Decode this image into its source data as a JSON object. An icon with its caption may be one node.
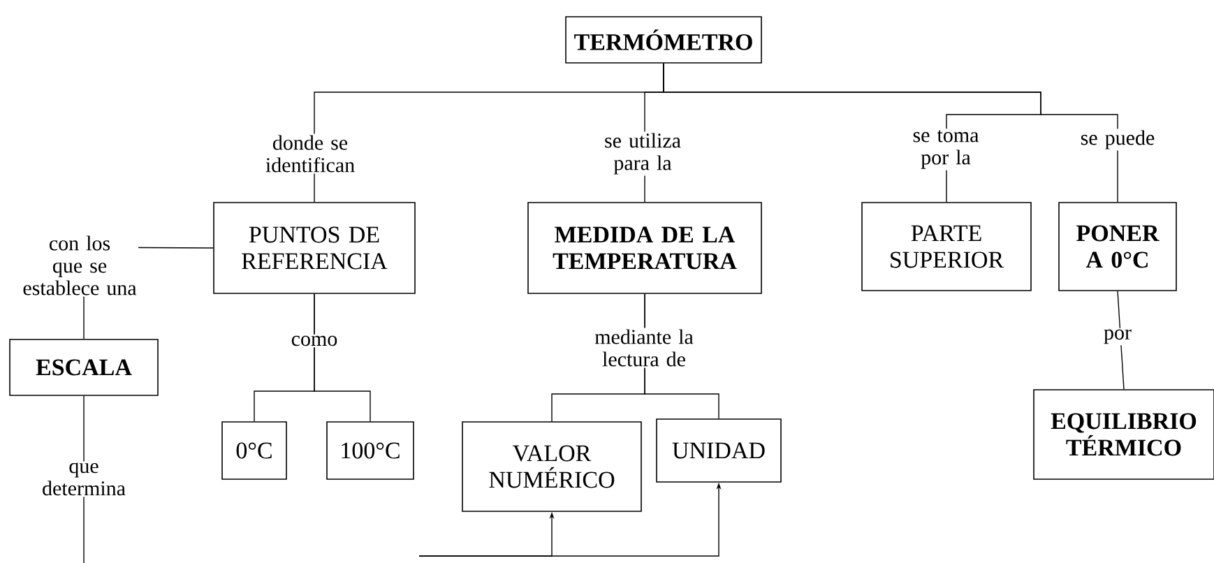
{
  "diagram": {
    "nodes": [
      {
        "text": [
          "TERMÓMETRO"
        ]
      },
      {
        "text": [
          "PUNTOS DE REFERENCIA"
        ]
      },
      {
        "text": [
          "MEDIDA DE LA TEMPERATURA"
        ]
      },
      {
        "text": [
          "PARTE SUPERIOR"
        ]
      },
      {
        "text": [
          "PONER A 0°C"
        ]
      },
      {
        "text": [
          "ESCALA"
        ]
      },
      {
        "text": [
          "0°C"
        ]
      },
      {
        "text": [
          "100°C"
        ]
      },
      {
        "text": [
          "VALOR NUMÉRICO"
        ]
      },
      {
        "text": [
          "UNIDAD"
        ]
      },
      {
        "text": [
          "EQUILIBRIO TÉRMICO"
        ]
      }
    ],
    "edges": [
      {
        "from": 0,
        "to": 1,
        "arrow": "none",
        "label": "donde se identifican"
      },
      {
        "from": 0,
        "to": 2,
        "arrow": "none",
        "label": "se utiliza para la"
      },
      {
        "from": 0,
        "to": 3,
        "arrow": "none",
        "label": "se toma por la"
      },
      {
        "from": 0,
        "to": 4,
        "arrow": "none",
        "label": "se puede"
      },
      {
        "from": 1,
        "to": 5,
        "arrow": "none",
        "label": "con los que se establece una"
      },
      {
        "from": 1,
        "to": 6,
        "arrow": "none",
        "label": "como"
      },
      {
        "from": 1,
        "to": 7,
        "arrow": "none"
      },
      {
        "from": 2,
        "to": 8,
        "arrow": "none",
        "label": "mediante la lectura de"
      },
      {
        "from": 2,
        "to": 9,
        "arrow": "none"
      },
      {
        "from": 4,
        "to": 10,
        "arrow": "none",
        "label": "por"
      },
      {
        "from": 5,
        "to": null,
        "arrow": "none",
        "label": "que determina"
      },
      {
        "from": null,
        "to": 8,
        "arrow": "to"
      },
      {
        "from": null,
        "to": 9,
        "arrow": "to"
      }
    ]
  }
}
